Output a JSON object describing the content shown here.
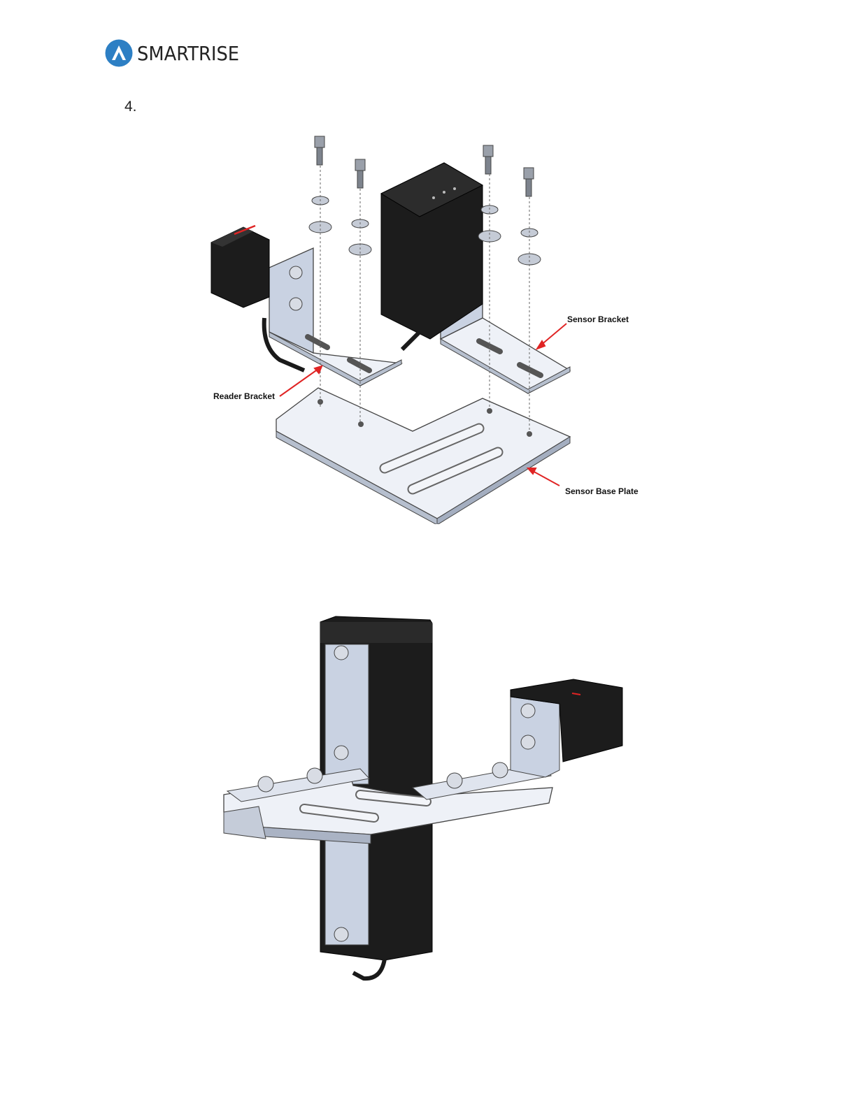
{
  "header": {
    "brand_name": "SMARTRISE",
    "logo_icon": "smartrise-a-logo-icon"
  },
  "step": {
    "number": "4."
  },
  "figure_exploded": {
    "callouts": {
      "sensor_bracket": "Sensor Bracket",
      "reader_bracket": "Reader Bracket",
      "sensor_base_plate": "Sensor Base Plate"
    }
  },
  "colors": {
    "brand_blue": "#2d7fc4",
    "callout_arrow": "#e02424",
    "metal": "#c9d2e2",
    "housing": "#1d1d1d"
  }
}
